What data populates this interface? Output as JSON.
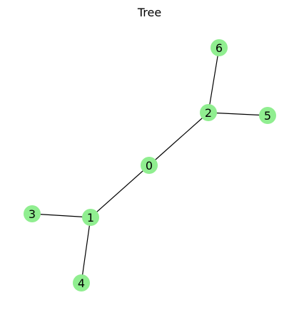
{
  "title": "Tree",
  "colors": {
    "node_fill": "#90ee90",
    "edge": "#000000",
    "label": "#000000",
    "background": "#ffffff"
  },
  "nodes": [
    {
      "id": "0",
      "label": "0"
    },
    {
      "id": "1",
      "label": "1"
    },
    {
      "id": "2",
      "label": "2"
    },
    {
      "id": "3",
      "label": "3"
    },
    {
      "id": "4",
      "label": "4"
    },
    {
      "id": "5",
      "label": "5"
    },
    {
      "id": "6",
      "label": "6"
    }
  ],
  "edges": [
    {
      "source": "0",
      "target": "1"
    },
    {
      "source": "0",
      "target": "2"
    },
    {
      "source": "1",
      "target": "3"
    },
    {
      "source": "1",
      "target": "4"
    },
    {
      "source": "2",
      "target": "5"
    },
    {
      "source": "2",
      "target": "6"
    }
  ]
}
